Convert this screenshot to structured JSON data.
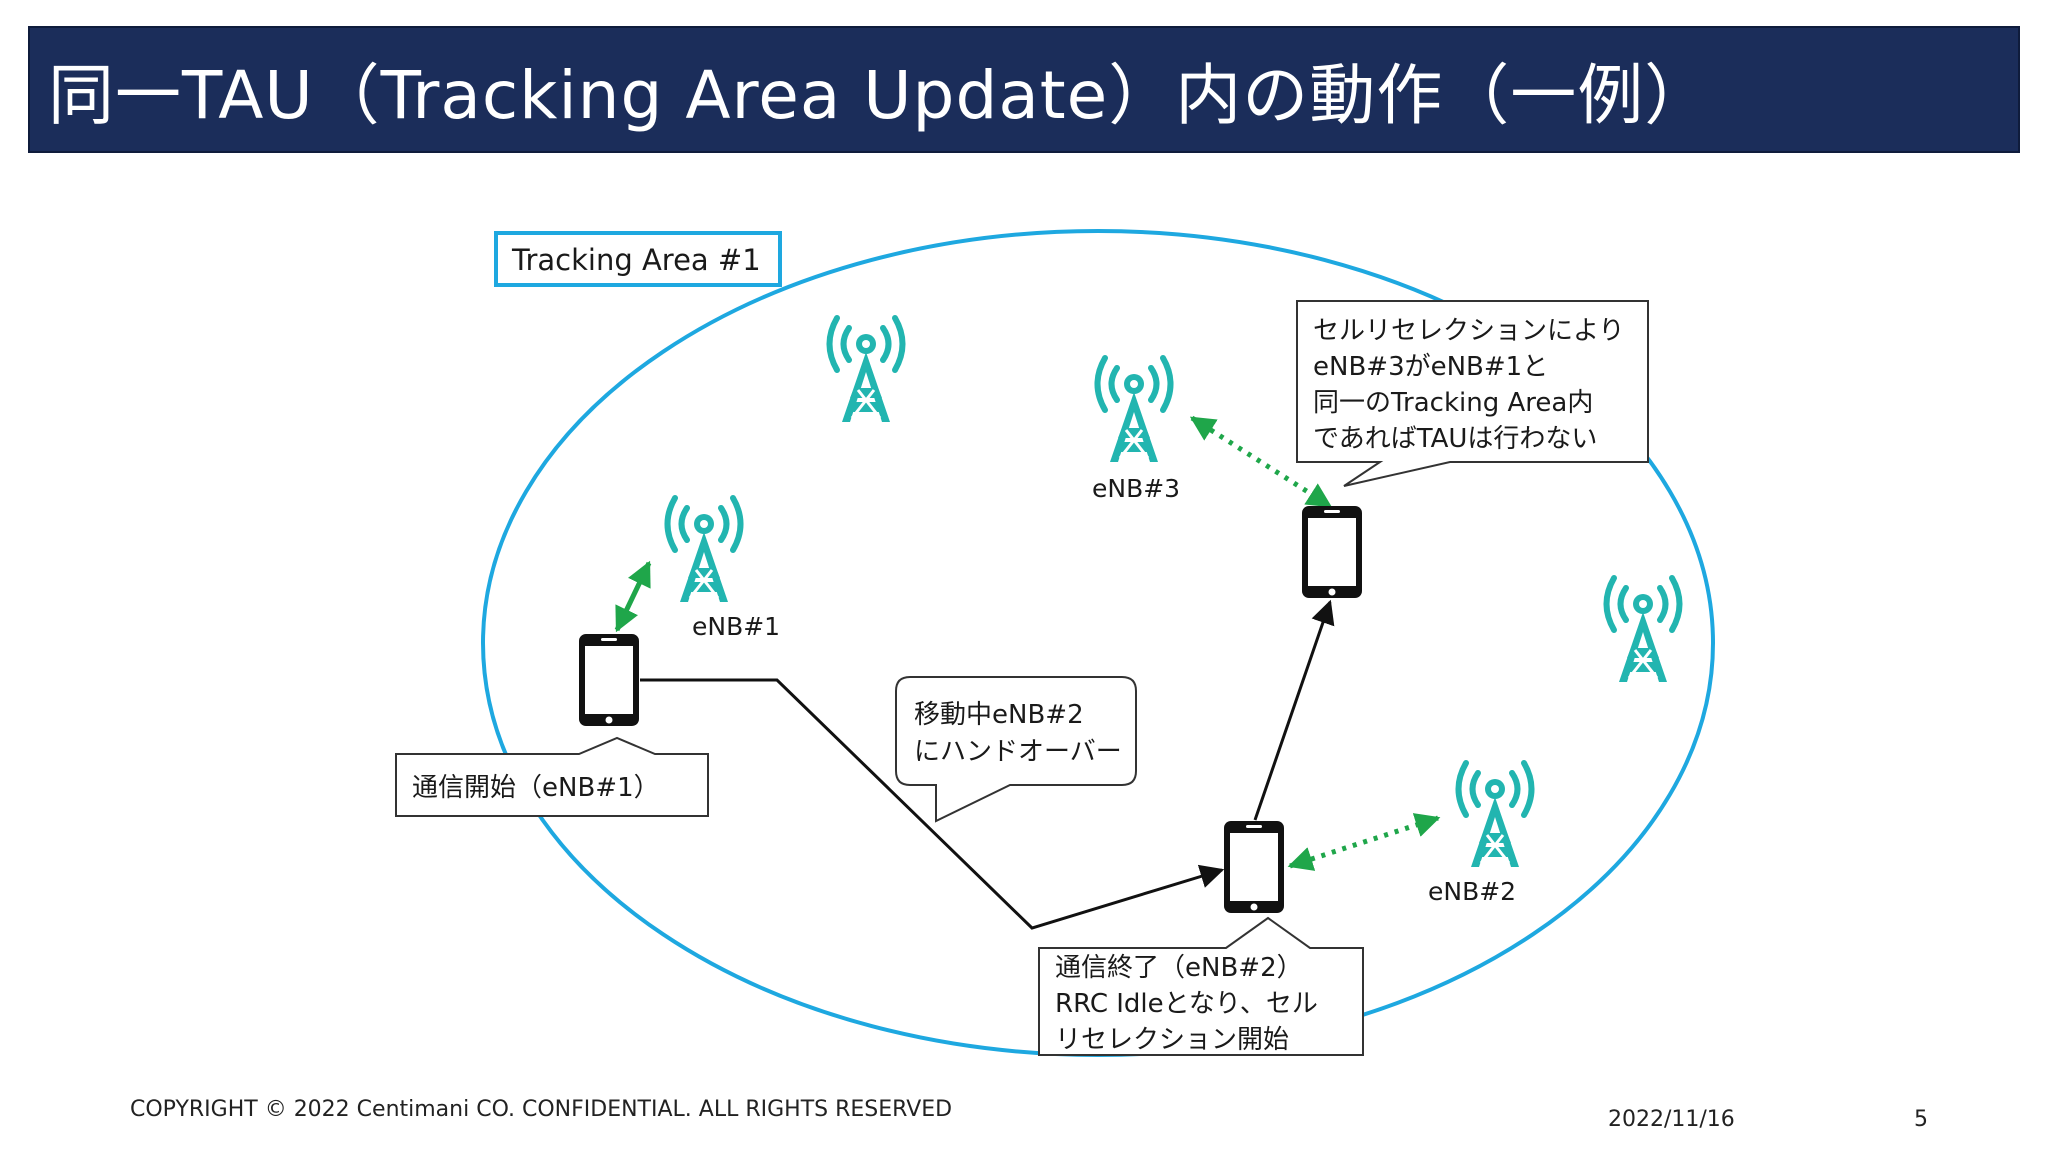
{
  "title": "同一TAU（Tracking Area Update）内の動作（一例）",
  "colors": {
    "title_bg": "#1b2d5a",
    "area_ellipse": "#1ea8e0",
    "tower": "#22b5b0",
    "handover_arrow": "#1fa64a",
    "route": "#111111"
  },
  "tracking_area_label": "Tracking Area #1",
  "towers": [
    {
      "icon": "cell-tower-icon",
      "label": ""
    },
    {
      "icon": "cell-tower-icon",
      "label": "eNB#3"
    },
    {
      "icon": "cell-tower-icon",
      "label": "eNB#1"
    },
    {
      "icon": "cell-tower-icon",
      "label": ""
    },
    {
      "icon": "cell-tower-icon",
      "label": "eNB#2"
    }
  ],
  "callouts": {
    "start": "通信開始（eNB#1）",
    "handover": [
      "移動中eNB#2",
      "にハンドオーバー"
    ],
    "end": [
      "通信終了（eNB#2）",
      "RRC Idleとなり、セル",
      "リセレクション開始"
    ],
    "reselection": [
      "セルリセレクションにより",
      "eNB#3がeNB#1と",
      "同一のTracking Area内",
      "であればTAUは行わない"
    ]
  },
  "footer": {
    "copyright": "COPYRIGHT © 2022 Centimani CO. CONFIDENTIAL. ALL RIGHTS RESERVED",
    "date": "2022/11/16",
    "page": "5"
  }
}
